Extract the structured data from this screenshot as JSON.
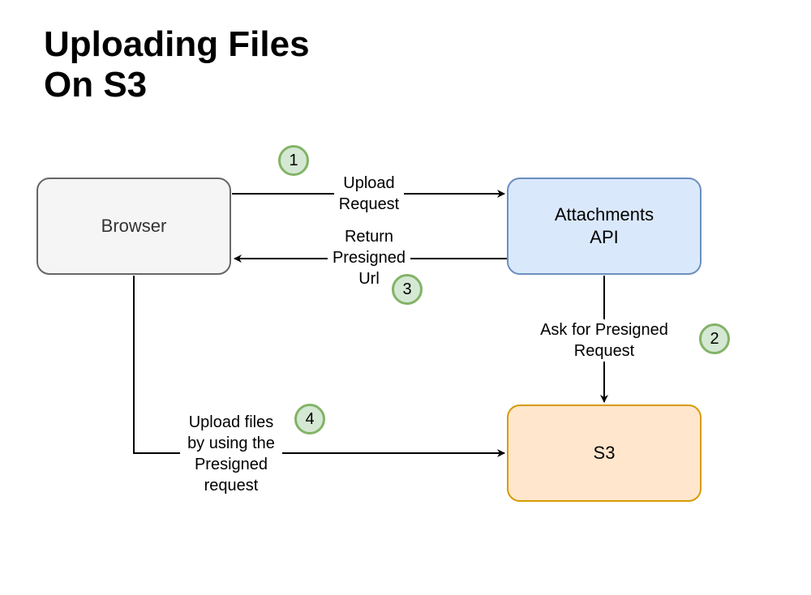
{
  "title": {
    "line1": "Uploading Files",
    "line2": "On S3"
  },
  "nodes": {
    "browser": {
      "label": "Browser"
    },
    "api": {
      "line1": "Attachments",
      "line2": "API"
    },
    "s3": {
      "label": "S3"
    }
  },
  "edges": {
    "upload_request": {
      "line1": "Upload",
      "line2": "Request",
      "step": "1"
    },
    "ask_presigned": {
      "line1": "Ask for Presigned",
      "line2": "Request",
      "step": "2"
    },
    "return_presigned": {
      "line1": "Return",
      "line2": "Presigned",
      "line3": "Url",
      "step": "3"
    },
    "upload_files": {
      "line1": "Upload files",
      "line2": "by using the",
      "line3": "Presigned",
      "line4": "request",
      "step": "4"
    }
  },
  "colors": {
    "browser_fill": "#f5f5f5",
    "browser_stroke": "#666666",
    "api_fill": "#dae8fc",
    "api_stroke": "#6c8ebf",
    "s3_fill": "#ffe6cc",
    "s3_stroke": "#d79b00",
    "badge_fill": "#d5e8d4",
    "badge_stroke": "#82b366"
  }
}
